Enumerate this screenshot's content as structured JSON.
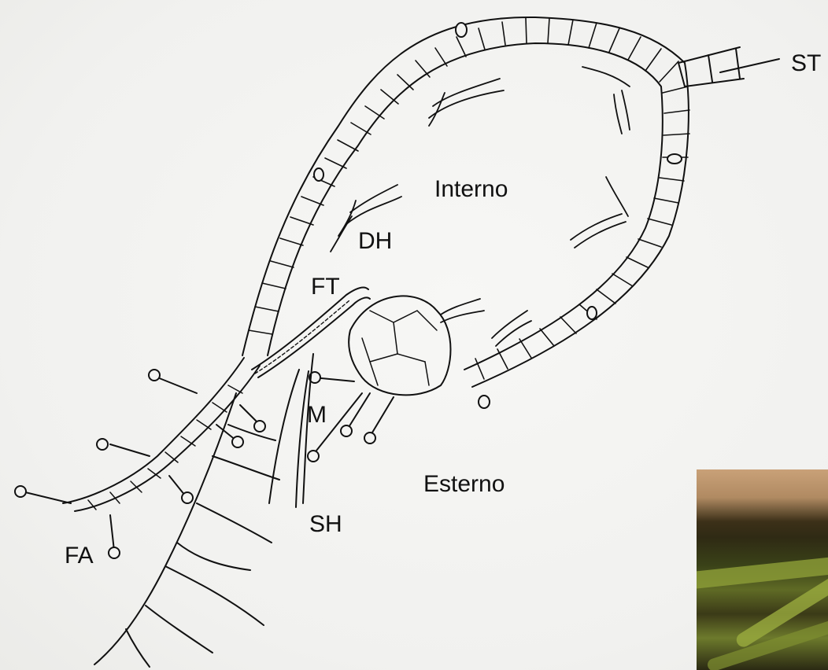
{
  "labels": {
    "st": "ST",
    "interno": "Interno",
    "dh": "DH",
    "ft": "FT",
    "m": "M",
    "esterno": "Esterno",
    "sh": "SH",
    "fa": "FA"
  },
  "colors": {
    "ink": "#111111",
    "paper": "#f4f4f2"
  }
}
